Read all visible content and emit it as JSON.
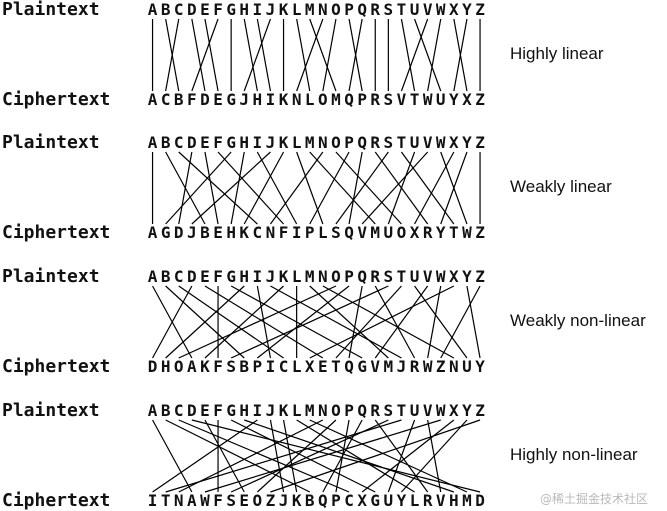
{
  "panels": [
    {
      "title": "Highly linear",
      "plain_label": "Plaintext",
      "cipher_label": "Ciphertext",
      "plaintext": "ABCDEFGHIJKLMNOPQRSTUVWXYZ",
      "ciphertext": "ACBFDEGJHIKNLOMQPRSVTWUYXZ"
    },
    {
      "title": "Weakly linear",
      "plain_label": "Plaintext",
      "cipher_label": "Ciphertext",
      "plaintext": "ABCDEFGHIJKLMNOPQRSTUVWXYZ",
      "ciphertext": "AGDJBEHKCNFIPLSQVMUOXRYTWZ"
    },
    {
      "title": "Weakly non-linear",
      "plain_label": "Plaintext",
      "cipher_label": "Ciphertext",
      "plaintext": "ABCDEFGHIJKLMNOPQRSTUVWXYZ",
      "ciphertext": "DHOAKFSBPICLXETQGVMJRWZNUY"
    },
    {
      "title": "Highly non-linear",
      "plain_label": "Plaintext",
      "cipher_label": "Ciphertext",
      "plaintext": "ABCDEFGHIJKLMNOPQRSTUVWXYZ",
      "ciphertext": "ITNAWFSEOZJKBQPCXGUYLRVHMD"
    }
  ],
  "watermark": "@稀土掘金技术社区"
}
